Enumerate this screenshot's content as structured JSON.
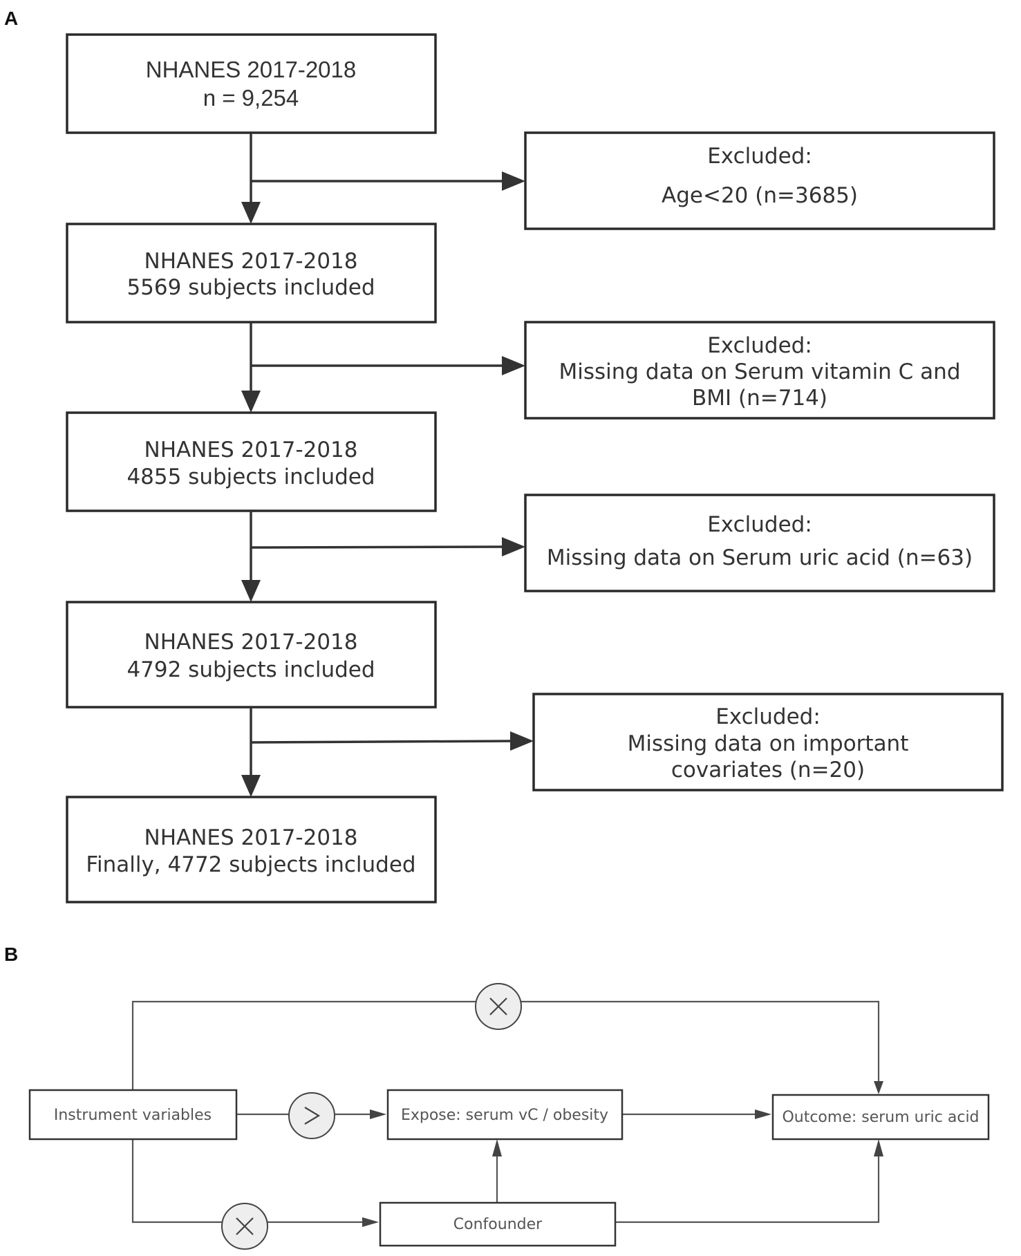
{
  "panel_a": {
    "label": "A",
    "boxes": [
      {
        "line1": "NHANES 2017-2018",
        "line2": "n = 9,254"
      },
      {
        "line1": "NHANES 2017-2018",
        "line2": "5569 subjects included"
      },
      {
        "line1": "NHANES 2017-2018",
        "line2": "4855 subjects included"
      },
      {
        "line1": "NHANES 2017-2018",
        "line2": "4792 subjects included"
      },
      {
        "line1": "NHANES 2017-2018",
        "line2": "Finally, 4772 subjects included"
      }
    ],
    "exclusions": [
      {
        "title": "Excluded:",
        "line1": "Age<20  (n=3685)",
        "line2": ""
      },
      {
        "title": "Excluded:",
        "line1": "Missing data on Serum vitamin C and",
        "line2": "BMI  (n=714)"
      },
      {
        "title": "Excluded:",
        "line1": "Missing data on Serum uric acid (n=63)",
        "line2": ""
      },
      {
        "title": "Excluded:",
        "line1": "Missing data on important",
        "line2": "covariates  (n=20)"
      }
    ]
  },
  "panel_b": {
    "label": "B",
    "nodes": {
      "instrument": "Instrument variables",
      "expose": "Expose: serum vC / obesity",
      "outcome": "Outcome: serum uric acid",
      "confounder": "Confounder"
    },
    "symbols": {
      "top": "cross-icon",
      "middle": "greater-than-icon",
      "bottom": "cross-icon"
    }
  }
}
